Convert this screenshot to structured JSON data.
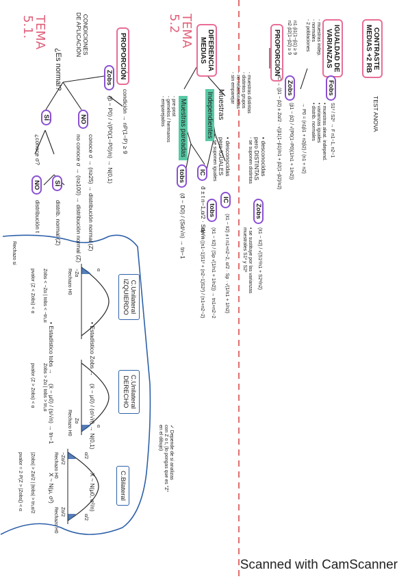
{
  "footer": "Scanned with CamScanner",
  "tema1": {
    "line1": "TEMA",
    "line2": "5.1."
  },
  "tema2": {
    "line1": "TEMA",
    "line2": "5.2"
  },
  "conditions_heading": {
    "line1": "CONDICIONES",
    "line2": "DE APLICACIÓN"
  },
  "is_normal_question": "¿Es normal?",
  "no_label": "NO",
  "si_label": "SÍ",
  "no_branch_known": "conoce σ → (n≥25) → distribución normal (Z)",
  "no_branch_unknown": "no conoce σ → (n≥100) → distribución normal (Z)",
  "si_question": "¿conoce σ?",
  "si_yes": "distrib. normal (Z)",
  "si_no": "distribución t",
  "statistic_zobs_label": "• Estadístico Zobs →",
  "statistic_zobs_formula": "(x̄ − μ0) / (σ/√n) → N(0,1)",
  "statistic_x_dist": "X ~ N(μ0, σ²/n)",
  "statistic_tobs_label": "• Estadístico tobs →",
  "statistic_tobs_formula": "(x̄ − μ0) / (s/√n) → tn−1",
  "statistic_x_dist2": "X ~ N(μ, σ²)",
  "proporcion": "PROPORCIÓN",
  "prop_condition": "condición → nP(1−P) ≥ 9",
  "zobs_label": "Zobs",
  "prop_zobs_formula": "(p̂ − P0) / √(P0(1−P0)/n) → N(0,1)",
  "diferencia_medias": {
    "line1": "DIFERENCIA",
    "line2": "MEDIAS"
  },
  "muestras_pareadas": "Muestras pareadas",
  "pareadas_notes": [
    "- pre-post",
    "- gemelos / hermanos",
    "- emparejados"
  ],
  "ic_label": "IC",
  "paired_ic": "d̄ ± t n−1,α/2 · Sd/√n",
  "tobs_label": "tobs",
  "paired_tobs": "(d̄ − D0) / (Sd/√n) → tn−1",
  "muestras": "Muestras",
  "independientes": "Independientes",
  "indep_notes": [
    "- muestras distintas",
    "- distintos grupos",
    "- no relacionadas",
    "- sin emparejar"
  ],
  "desconocidas_iguales": {
    "line1": "• desconocidas",
    "line2": "pero IGUALES",
    "note": "- se suponen iguales"
  },
  "indep_ic": "(x̄1 − x̄2) ± t n1+n2−2, α/2 · Sp · √(1/n1 + 1/n2)",
  "indep_tobs": "(x̄1 − x̄2) / (Sp √(1/n1 + 1/n2)) → tn1+n2−2",
  "sp_formula": "Sp² = ((n1−1)S1² + (n2−1)S2²) / (n1+n2−2)",
  "desconocidas_distintas": {
    "line1": "• desconocidas",
    "line2": "pero DISTINTAS",
    "note": "- se suponen distintas"
  },
  "distintas_zobs": "(x̄1 − x̄2) / √(S1²/n1 + S2²/n2)",
  "distintas_note": [
    "• se sustituye por las varianzas",
    "muestrales S1² y S2²"
  ],
  "proporcion2": "PROPORCIÓN",
  "prop2_conditions": [
    "n1·p̂1(1−p̂1) ≥ 9",
    "n2·p̂2(1−p̂2) ≥ 9"
  ],
  "prop2_ic": "IC → (p̂1 − p̂2) ± Zα/2 · √(p̂1(1−p̂1)/n1 + p̂2(1−p̂2)/n2)",
  "prop2_zobs": "(p̂1 − p̂2) / √(P0(1−P0)(1/n1 + 1/n2))",
  "prop2_pooled": "→ P0 = (n1p̂1 + n2p̂2) / (n1 + n2)",
  "igualdad_varianzas": {
    "line1": "IGUALDAD DE",
    "line2": "VARIANZAS"
  },
  "igualdad_notes": [
    "- muestras indep.",
    "- normales",
    "- 2 poblaciones"
  ],
  "fobs_label": "Fobs",
  "fobs_formula": "S1² / S2² → F n1−1, n2−1",
  "fobs_notes": [
    "• muestras aleat. independ.",
    "• varianzas iguales",
    "• distrib. normales"
  ],
  "contraste": {
    "line1": "CONTRASTE",
    "line2": "MEDIAS +2 RB"
  },
  "test_anova": "TEST ANOVA",
  "rechazo": "Rechazo si",
  "left_tail": {
    "title_line1": "C.Unilateral",
    "title_line2": "IZQUIERDO",
    "alpha": "α",
    "zcrit": "−Zα",
    "reject": "Rechazo H0",
    "rule1": "Zobs < −Zα | tobs < −tn,α",
    "rule2": "pvalor (Z < Zobs) < α"
  },
  "right_tail": {
    "title_line1": "C.Unilateral",
    "title_line2": "DERECHO",
    "alpha": "α",
    "zcrit": "Zα",
    "reject": "Rechazo H0",
    "rule1": "Zobs > Zα | tobs > tn,α",
    "rule2": "pvalor (Z > Zobs) < α"
  },
  "bilateral": {
    "title": "C.Bilateral",
    "alpha_left": "α/2",
    "alpha_right": "α/2",
    "zcrit_left": "−Zα/2",
    "zcrit_right": "Zα/2",
    "reject_left": "Rechazo H0",
    "reject_right": "Rechazo H0",
    "rule1": "|Zobs| > Zα/2 | |tobs| > tn,α/2",
    "rule2": "pvalor = 2·P(Z > |Zobs|) < α"
  },
  "depends_note": [
    "✓ Depende de si analizas",
    "con Z o t, (lo pongas que es \"Z\"",
    "en el dibujo)"
  ],
  "colors": {
    "pink": "#e86d95",
    "purple": "#8a4fd1",
    "blue": "#2c5fa8",
    "green": "#59c9a5",
    "red_dash": "#d94a4a"
  }
}
